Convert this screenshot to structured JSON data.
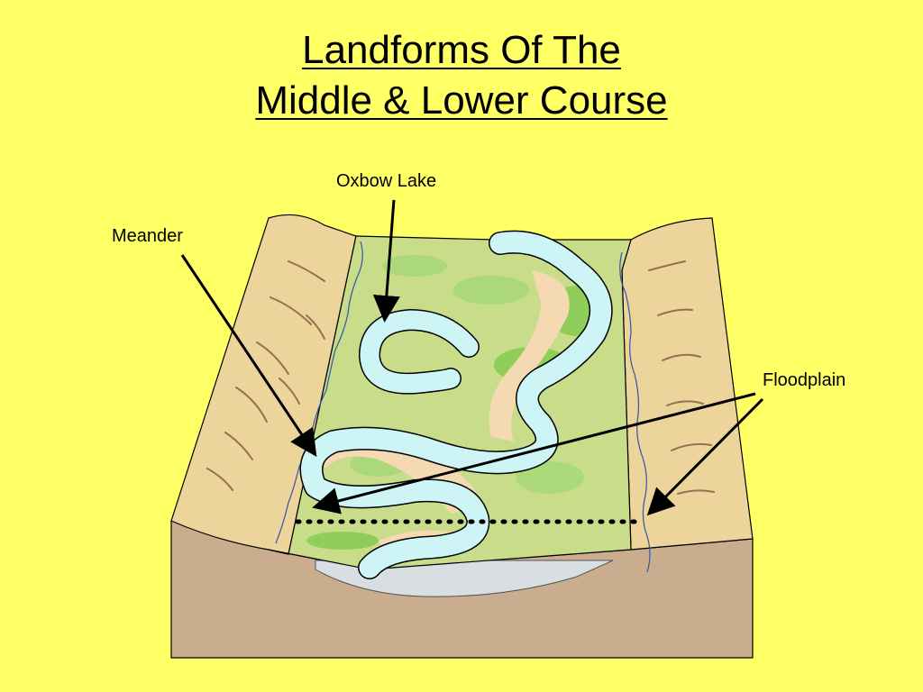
{
  "title": {
    "line1": "Landforms Of The",
    "line2": "Middle & Lower Course"
  },
  "labels": {
    "oxbow": "Oxbow Lake",
    "meander": "Meander",
    "floodplain": "Floodplain"
  },
  "colors": {
    "background": "#ffff66",
    "floodplain": "#c8dc8a",
    "vegetation": "#88cc55",
    "river": "#cdf5f5",
    "point_bar": "#f5d9b3",
    "valley_side": "#ecd49a",
    "ground_section": "#c9ad8e"
  }
}
